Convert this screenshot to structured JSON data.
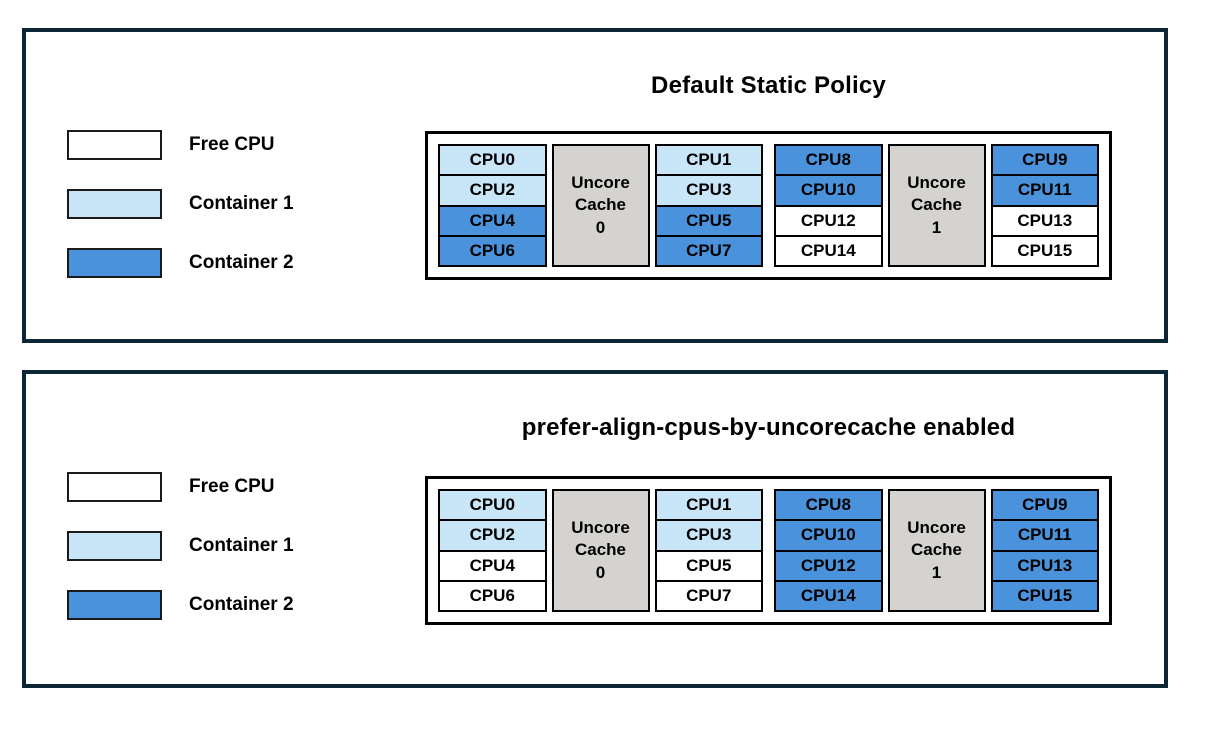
{
  "colors": {
    "free": "#ffffff",
    "container1": "#c8e6f8",
    "container2": "#4a93dc",
    "cache_fill": "#d5d3d0",
    "panel_border": "#0d2635",
    "cell_border": "#000000"
  },
  "legend": {
    "items": [
      {
        "label": "Free CPU",
        "color_key": "free"
      },
      {
        "label": "Container 1",
        "color_key": "container1"
      },
      {
        "label": "Container 2",
        "color_key": "container2"
      }
    ]
  },
  "panels": [
    {
      "title": "Default Static Policy",
      "blocks": [
        {
          "cache_lines": [
            "Uncore",
            "Cache",
            "0"
          ],
          "left": [
            {
              "label": "CPU0",
              "state": "container1"
            },
            {
              "label": "CPU2",
              "state": "container1"
            },
            {
              "label": "CPU4",
              "state": "container2"
            },
            {
              "label": "CPU6",
              "state": "container2"
            }
          ],
          "right": [
            {
              "label": "CPU1",
              "state": "container1"
            },
            {
              "label": "CPU3",
              "state": "container1"
            },
            {
              "label": "CPU5",
              "state": "container2"
            },
            {
              "label": "CPU7",
              "state": "container2"
            }
          ]
        },
        {
          "cache_lines": [
            "Uncore",
            "Cache",
            "1"
          ],
          "left": [
            {
              "label": "CPU8",
              "state": "container2"
            },
            {
              "label": "CPU10",
              "state": "container2"
            },
            {
              "label": "CPU12",
              "state": "free"
            },
            {
              "label": "CPU14",
              "state": "free"
            }
          ],
          "right": [
            {
              "label": "CPU9",
              "state": "container2"
            },
            {
              "label": "CPU11",
              "state": "container2"
            },
            {
              "label": "CPU13",
              "state": "free"
            },
            {
              "label": "CPU15",
              "state": "free"
            }
          ]
        }
      ]
    },
    {
      "title": "prefer-align-cpus-by-uncorecache enabled",
      "blocks": [
        {
          "cache_lines": [
            "Uncore",
            "Cache",
            "0"
          ],
          "left": [
            {
              "label": "CPU0",
              "state": "container1"
            },
            {
              "label": "CPU2",
              "state": "container1"
            },
            {
              "label": "CPU4",
              "state": "free"
            },
            {
              "label": "CPU6",
              "state": "free"
            }
          ],
          "right": [
            {
              "label": "CPU1",
              "state": "container1"
            },
            {
              "label": "CPU3",
              "state": "container1"
            },
            {
              "label": "CPU5",
              "state": "free"
            },
            {
              "label": "CPU7",
              "state": "free"
            }
          ]
        },
        {
          "cache_lines": [
            "Uncore",
            "Cache",
            "1"
          ],
          "left": [
            {
              "label": "CPU8",
              "state": "container2"
            },
            {
              "label": "CPU10",
              "state": "container2"
            },
            {
              "label": "CPU12",
              "state": "container2"
            },
            {
              "label": "CPU14",
              "state": "container2"
            }
          ],
          "right": [
            {
              "label": "CPU9",
              "state": "container2"
            },
            {
              "label": "CPU11",
              "state": "container2"
            },
            {
              "label": "CPU13",
              "state": "container2"
            },
            {
              "label": "CPU15",
              "state": "container2"
            }
          ]
        }
      ]
    }
  ]
}
